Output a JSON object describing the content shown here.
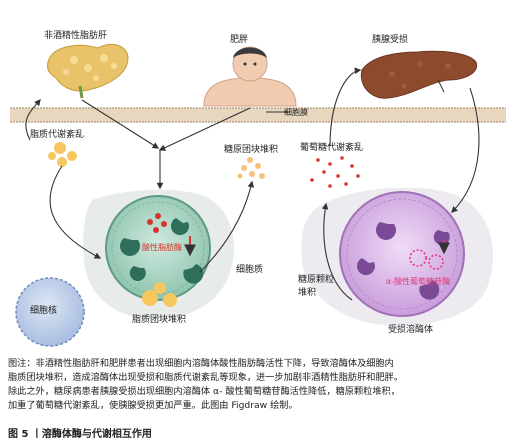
{
  "labels": {
    "nafld": "非酒精性脂肪肝",
    "obesity": "肥胖",
    "pancreas_injury": "胰腺受损",
    "cell_membrane": "细胞膜",
    "lipid_disorder": "脂质代谢紊乱",
    "glycogen_accumulation": "糖原团块堆积",
    "glucose_disorder": "葡萄糖代谢紊乱",
    "acid_lipase": "酸性脂肪酶",
    "lipid_accumulation": "脂质团块堆积",
    "glycogen_granule_line1": "糖原颗粒",
    "glycogen_granule_line2": "堆积",
    "alpha_glucosidase": "α-酸性葡萄糖苷酶",
    "cytoplasm": "细胞质",
    "nucleus": "细胞核",
    "damaged_lysosome": "受损溶酶体"
  },
  "caption": {
    "lines": [
      "图注：非酒精性脂肪肝和肥胖患者出现细胞内溶酶体酸性脂肪酶活性下降，导致溶酶体及细胞内",
      "脂质团块堆积，造成溶酶体出现受损和脂质代谢紊乱等现象，进一步加剧非酒精性脂肪肝和肥胖。",
      "除此之外，糖尿病患者胰腺受损出现细胞内溶酶体 α- 酸性葡萄糖苷酶活性降低，糖原颗粒堆积，",
      "加重了葡萄糖代谢紊乱，使胰腺受损更加严重。此图由 Figdraw 绘制。"
    ]
  },
  "figure_title": "图 5 丨溶酶体酶与代谢相互作用",
  "colors": {
    "membrane": "#e8d7bf",
    "membrane_line": "#b59b7a",
    "lipid": "#f6c75e",
    "lysosome_left": "#9bcdb9",
    "lysosome_right": "#d7b2e8",
    "nucleus": "#c7d5ee",
    "red_marker": "#d8342c",
    "pink_marker": "#e0387a"
  }
}
